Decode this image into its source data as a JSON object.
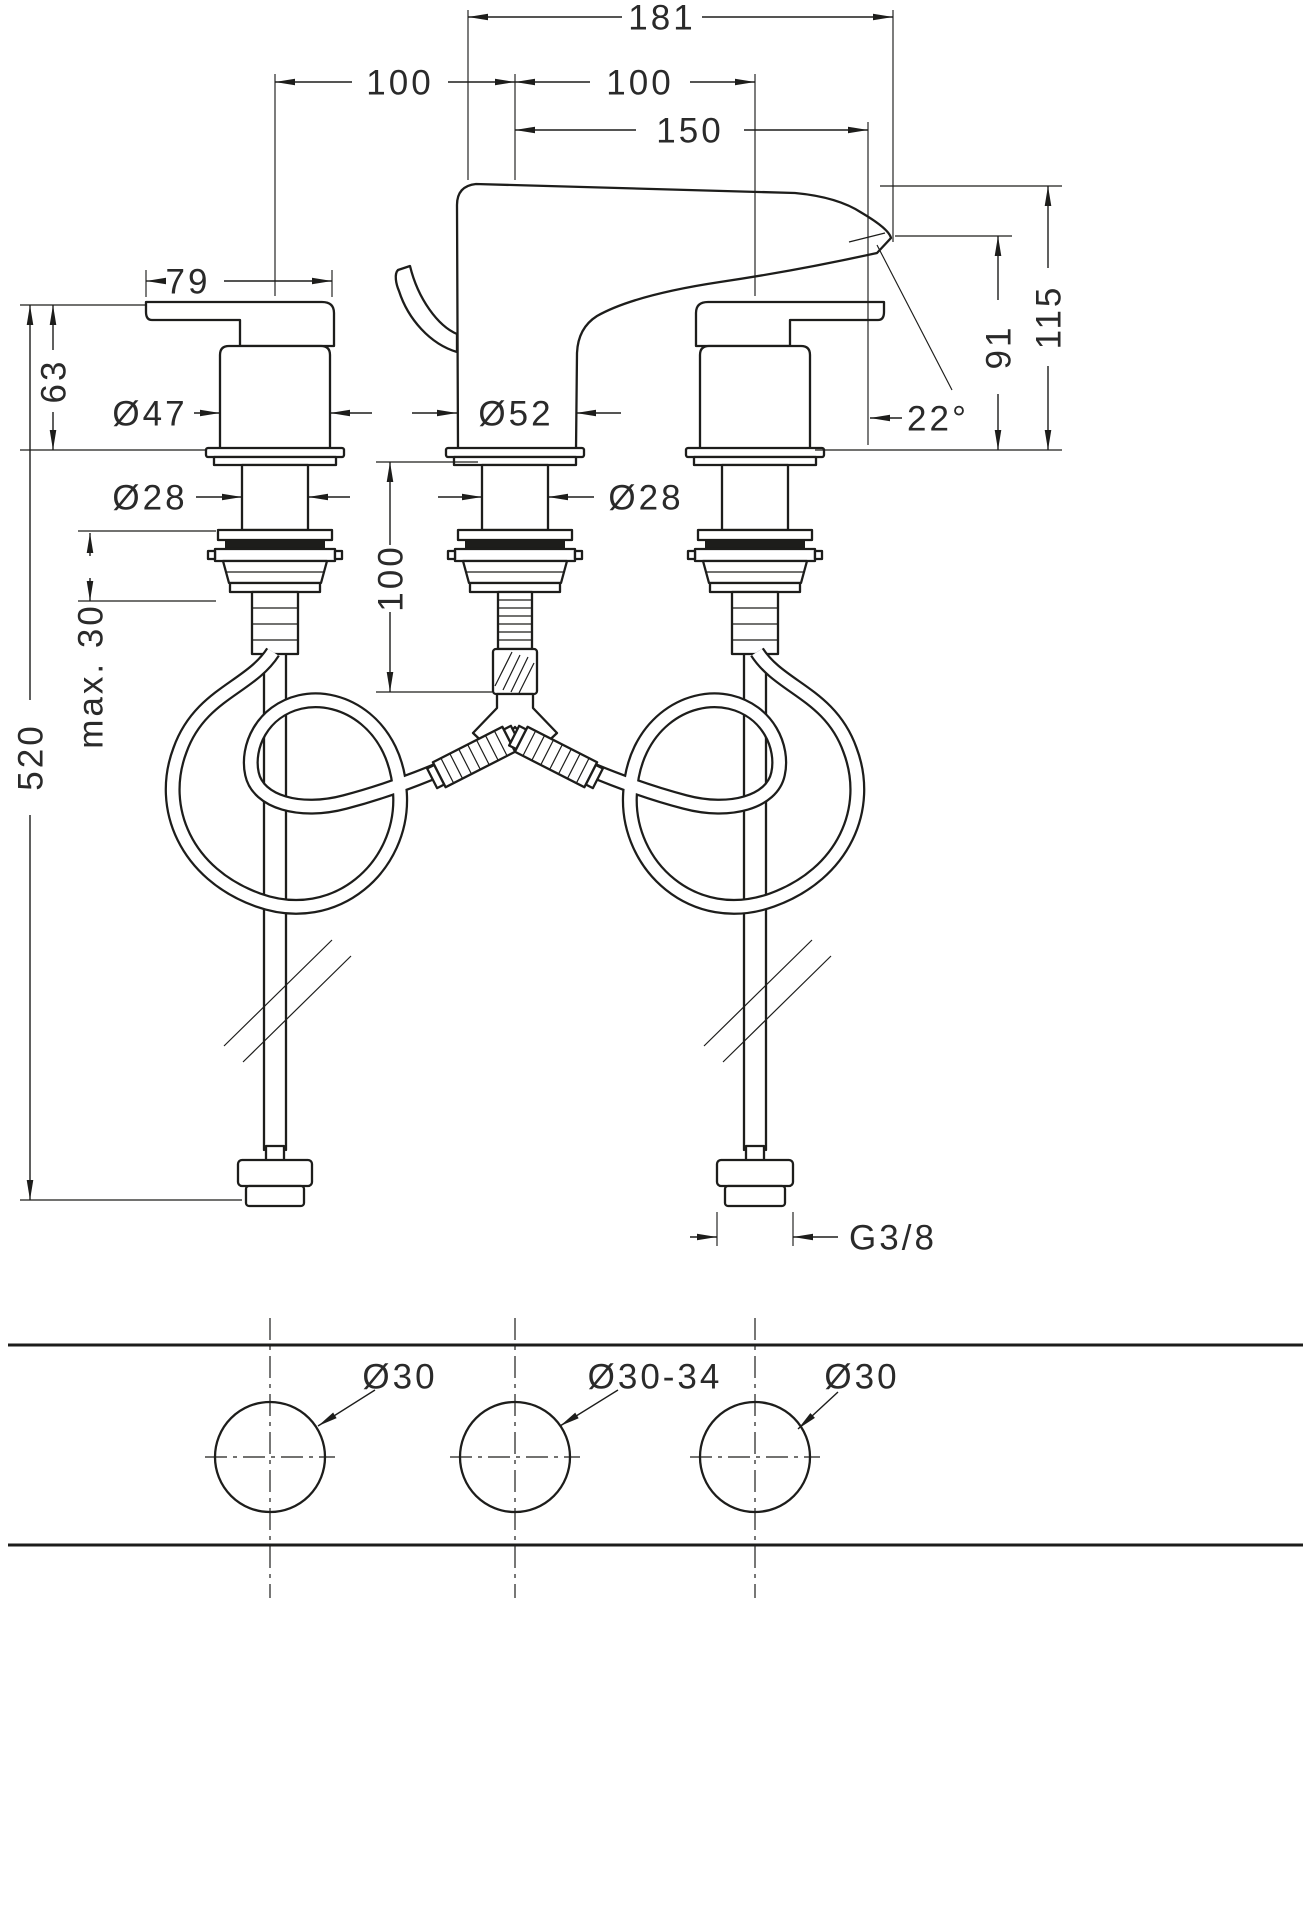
{
  "page": {
    "background": "#ffffff",
    "line_color": "#1d1d1b",
    "text_color": "#2a2a2a"
  },
  "elevation": {
    "dim_total_width": "181",
    "dim_pitch_left": "100",
    "dim_pitch_right": "100",
    "dim_spout_reach": "150",
    "dim_handle_length": "79",
    "dim_handle_height": "63",
    "dim_height_max": "115",
    "dim_height_outlet": "91",
    "dim_outlet_angle": "22°",
    "dim_spout_base_dia": "Ø52",
    "dim_handle_base_dia": "Ø47",
    "dim_shank_dia_left": "Ø28",
    "dim_shank_dia_center": "Ø28",
    "dim_shank_length": "100",
    "dim_max_deck_thickness": "max. 30",
    "dim_hose_length": "520",
    "dim_supply_thread": "G3/8"
  },
  "plan": {
    "dim_hole_left": "Ø30",
    "dim_hole_center": "Ø30-34",
    "dim_hole_right": "Ø30"
  }
}
